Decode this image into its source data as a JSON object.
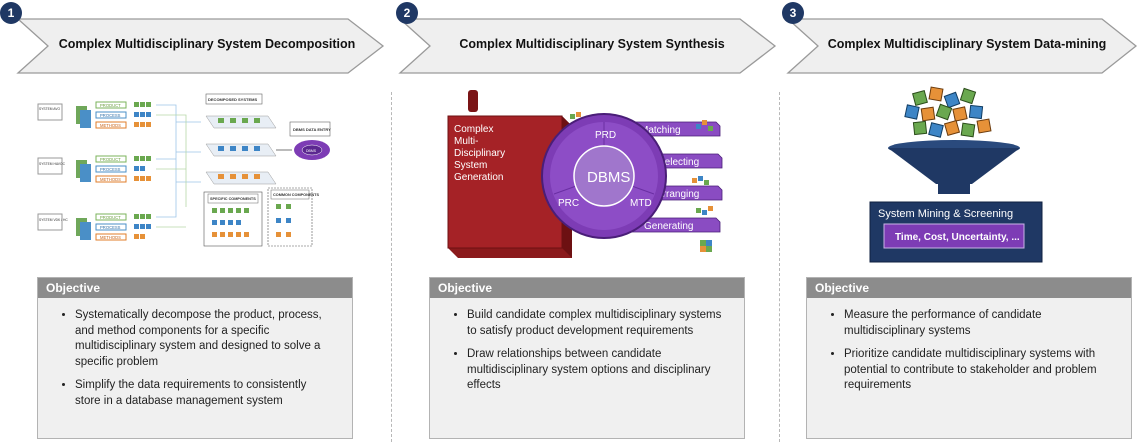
{
  "steps": [
    {
      "number": "1",
      "title": "Complex Multidisciplinary System Decomposition",
      "objective_header": "Objective",
      "bullets": [
        "Systematically decompose the product, process, and method components for a specific multidisciplinary system and designed to solve a specific problem",
        "Simplify the data requirements to consistently store in a database management system"
      ]
    },
    {
      "number": "2",
      "title": "Complex Multidisciplinary System Synthesis",
      "objective_header": "Objective",
      "bullets": [
        "Build candidate complex multidisciplinary systems to satisfy product development requirements",
        "Draw relationships between candidate multidisciplinary system options and disciplinary effects"
      ]
    },
    {
      "number": "3",
      "title": "Complex Multidisciplinary System Data-mining",
      "objective_header": "Objective",
      "bullets": [
        "Measure the performance of candidate multidisciplinary systems",
        "Prioritize candidate multidisciplinary systems with potential to contribute to stakeholder and problem requirements"
      ]
    }
  ],
  "decomposition": {
    "systems": [
      "SYSTEM AVO",
      "SYSTEM HAVOC",
      "SYSTEM VDK / HC"
    ],
    "rows": [
      "PRODUCT",
      "PROCESS",
      "METHODS"
    ],
    "decomposed_label": "DECOMPOSED SYSTEMS",
    "dbms_label": "DBMS DATA ENTRY",
    "dbms_node": "DBMS",
    "specific_label": "SPECIFIC COMPONENTS",
    "common_label": "COMMON COMPONENTS"
  },
  "synthesis": {
    "generation_text": [
      "Complex",
      "Multi-",
      "Disciplinary",
      "System",
      "Generation"
    ],
    "center": "DBMS",
    "prd": "PRD",
    "prc": "PRC",
    "mtd": "MTD",
    "stages": [
      "Matching",
      "Selecting",
      "Arranging",
      "Generating"
    ]
  },
  "mining": {
    "box_title": "System Mining & Screening",
    "criteria": "Time, Cost, Uncertainty, ..."
  },
  "colors": {
    "badge": "#1f3864",
    "objective_header": "#8c8c8c",
    "synthesis_red": "#9b1b1e",
    "synthesis_purple": "#7d3cb5",
    "funnel_blue": "#1f3864"
  }
}
